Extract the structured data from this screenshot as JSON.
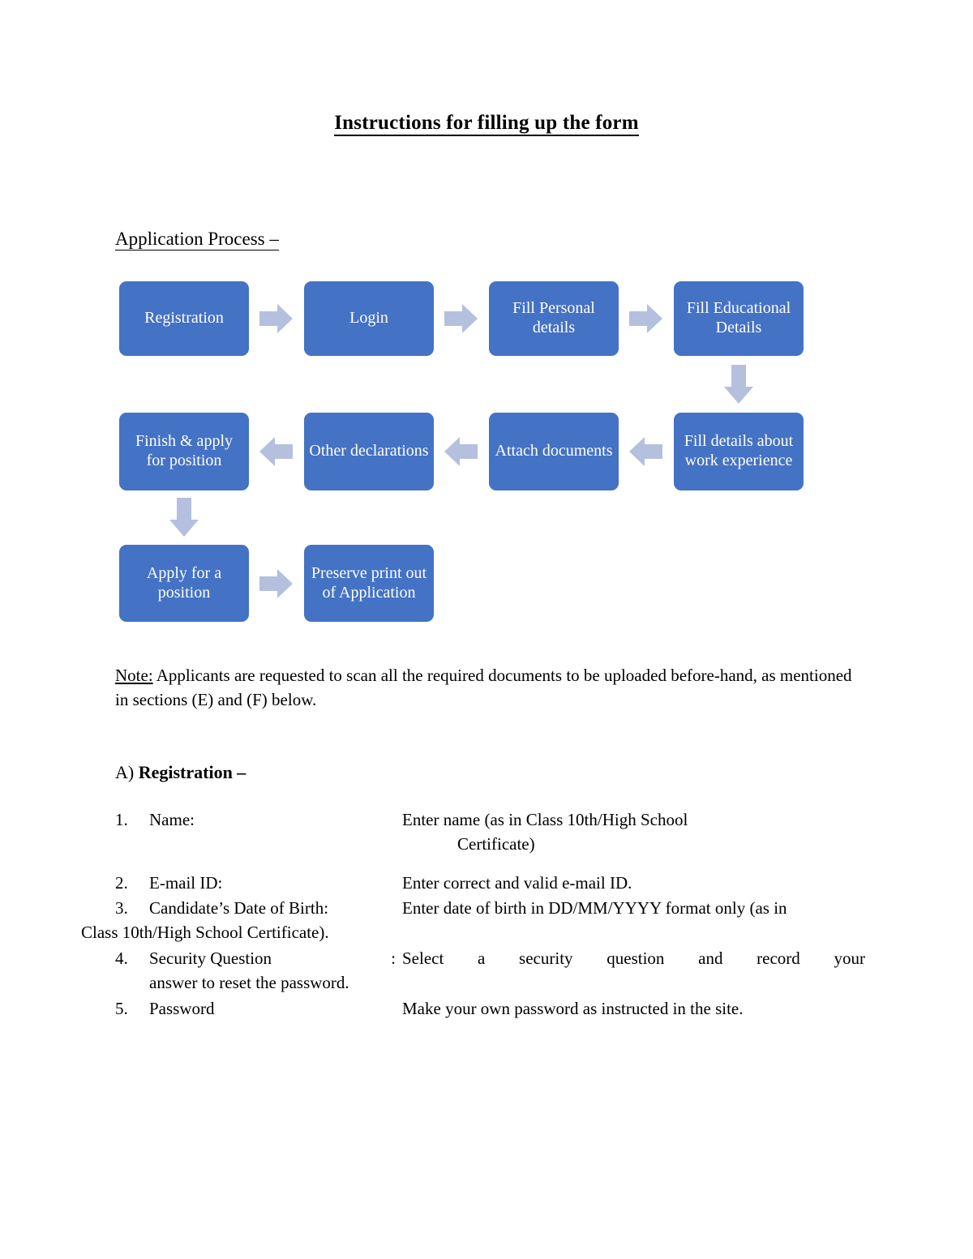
{
  "document": {
    "title": "Instructions for filling up the form",
    "application_process_heading": "Application Process –"
  },
  "flowchart": {
    "box_color": "#4472C4",
    "arrow_color": "#B4C0DE",
    "text_color": "#FFFFFF",
    "nodes": [
      {
        "id": "registration",
        "label": "Registration"
      },
      {
        "id": "login",
        "label": "Login"
      },
      {
        "id": "fill-personal",
        "label": "Fill Personal details"
      },
      {
        "id": "fill-educational",
        "label": "Fill Educational Details"
      },
      {
        "id": "work-experience",
        "label": "Fill details about work experience"
      },
      {
        "id": "attach-documents",
        "label": "Attach documents"
      },
      {
        "id": "other-declarations",
        "label": "Other declarations"
      },
      {
        "id": "finish-apply",
        "label": "Finish & apply for position"
      },
      {
        "id": "apply-position",
        "label": "Apply for  a position"
      },
      {
        "id": "preserve-printout",
        "label": "Preserve print out of Application"
      }
    ],
    "connectors": [
      {
        "from": "registration",
        "to": "login",
        "direction": "right"
      },
      {
        "from": "login",
        "to": "fill-personal",
        "direction": "right"
      },
      {
        "from": "fill-personal",
        "to": "fill-educational",
        "direction": "right"
      },
      {
        "from": "fill-educational",
        "to": "work-experience",
        "direction": "down"
      },
      {
        "from": "work-experience",
        "to": "attach-documents",
        "direction": "left"
      },
      {
        "from": "attach-documents",
        "to": "other-declarations",
        "direction": "left"
      },
      {
        "from": "other-declarations",
        "to": "finish-apply",
        "direction": "left"
      },
      {
        "from": "finish-apply",
        "to": "apply-position",
        "direction": "down"
      },
      {
        "from": "apply-position",
        "to": "preserve-printout",
        "direction": "right"
      }
    ]
  },
  "note": {
    "label": "Note:",
    "text": " Applicants are requested to scan all the required documents to be uploaded before-hand, as mentioned in sections (E) and (F) below."
  },
  "registration_section": {
    "letter": "A)",
    "heading": "Registration –",
    "items": [
      {
        "number": "1.",
        "term": "Name:",
        "description": "Enter name (as in Class 10th/High School",
        "description_line2": "Certificate)"
      },
      {
        "number": "2.",
        "term": "E-mail ID:",
        "description": "Enter correct and valid e-mail ID."
      },
      {
        "number": "3.",
        "term": "Candidate’s Date of Birth:",
        "description": "Enter date of birth in DD/MM/YYYY format only (as in",
        "description_line2": "Class 10th/High School Certificate)."
      },
      {
        "number": "4.",
        "term": "Security Question",
        "colon": ":",
        "description": "Select a security question and record your",
        "description_line2": "answer to reset the password."
      },
      {
        "number": "5.",
        "term": "Password",
        "description": " Make your own password as instructed in the site."
      }
    ]
  }
}
